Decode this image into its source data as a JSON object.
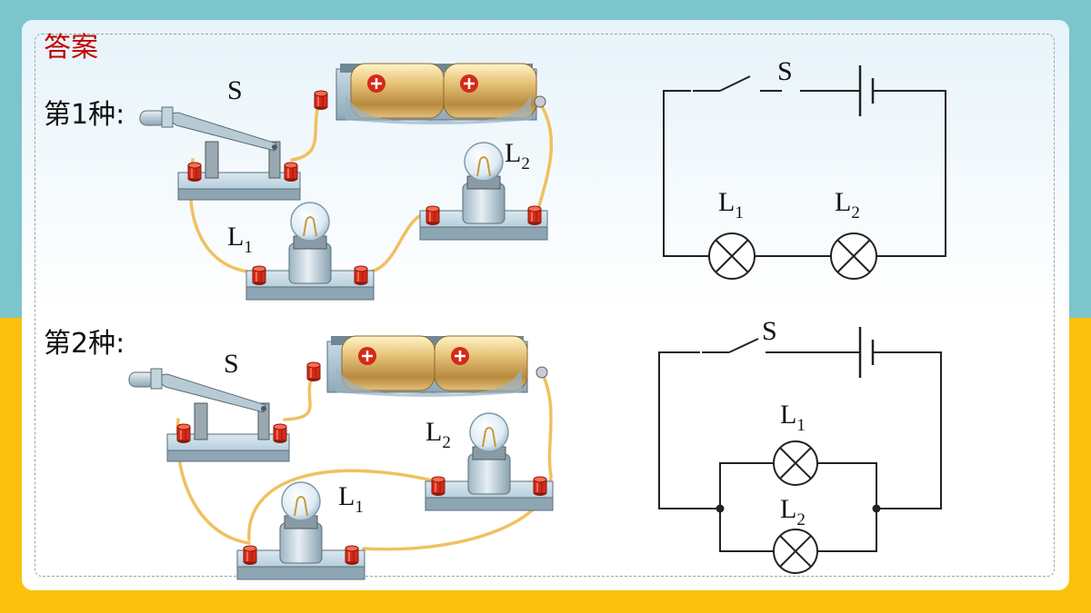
{
  "title": "答案",
  "variants": [
    {
      "label": "第1种:",
      "switch": "S",
      "lamp1": "L",
      "lamp1_sub": "1",
      "lamp2": "L",
      "lamp2_sub": "2"
    },
    {
      "label": "第2种:",
      "switch": "S",
      "lamp1": "L",
      "lamp1_sub": "1",
      "lamp2": "L",
      "lamp2_sub": "2"
    }
  ],
  "colors": {
    "answer_title": "#c00000",
    "wire": "#f0c060",
    "terminal": "#d42a1a",
    "top_band": "#7cc5cd",
    "bottom_band": "#fcc10d"
  },
  "icons": [
    "knife-switch-icon",
    "battery-icon",
    "lamp-icon",
    "circuit-switch-symbol",
    "circuit-cell-symbol",
    "circuit-lamp-symbol"
  ]
}
